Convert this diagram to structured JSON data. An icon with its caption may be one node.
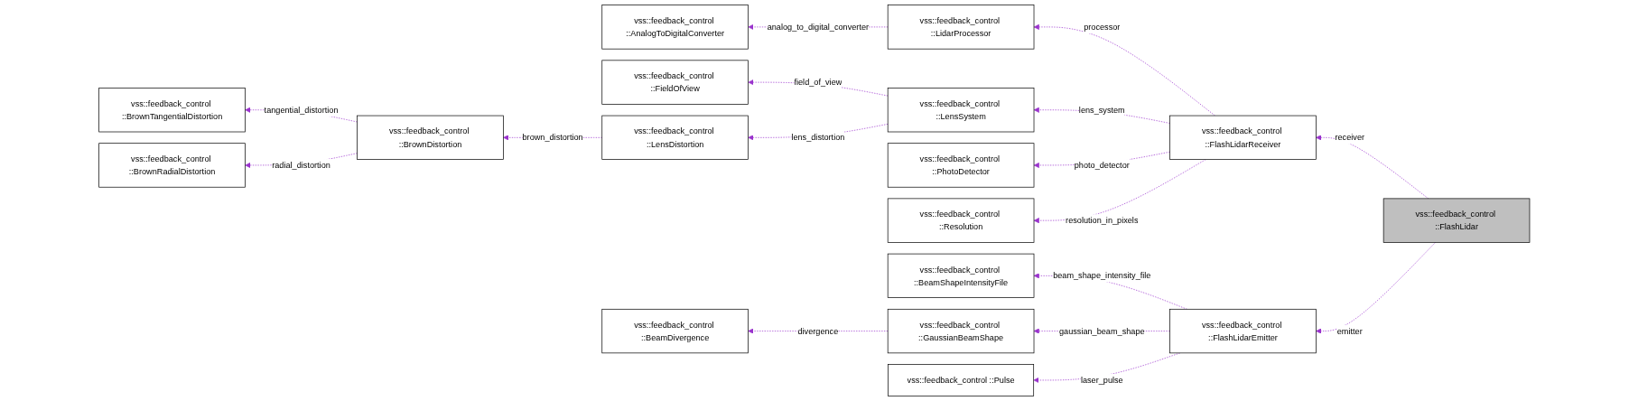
{
  "diagram": {
    "nodes": [
      {
        "text": [
          "vss::feedback_control ::FlashLidar"
        ]
      },
      {
        "text": [
          "vss::feedback_control ::FlashLidarReceiver"
        ]
      },
      {
        "text": [
          "vss::feedback_control ::FlashLidarEmitter"
        ]
      },
      {
        "text": [
          "vss::feedback_control ::LidarProcessor"
        ]
      },
      {
        "text": [
          "vss::feedback_control ::AnalogToDigitalConverter"
        ]
      },
      {
        "text": [
          "vss::feedback_control ::LensSystem"
        ]
      },
      {
        "text": [
          "vss::feedback_control ::FieldOfView"
        ]
      },
      {
        "text": [
          "vss::feedback_control ::LensDistortion"
        ]
      },
      {
        "text": [
          "vss::feedback_control ::BrownDistortion"
        ]
      },
      {
        "text": [
          "vss::feedback_control ::BrownTangentialDistortion"
        ]
      },
      {
        "text": [
          "vss::feedback_control ::BrownRadialDistortion"
        ]
      },
      {
        "text": [
          "vss::feedback_control ::PhotoDetector"
        ]
      },
      {
        "text": [
          "vss::feedback_control ::Resolution"
        ]
      },
      {
        "text": [
          "vss::feedback_control ::BeamShapeIntensityFile"
        ]
      },
      {
        "text": [
          "vss::feedback_control ::GaussianBeamShape"
        ]
      },
      {
        "text": [
          "vss::feedback_control ::BeamDivergence"
        ]
      },
      {
        "text": [
          "vss::feedback_control ::Pulse"
        ]
      }
    ],
    "edges": [
      {
        "from": 0,
        "to": 1,
        "arrow": "to",
        "label": "receiver",
        "style": "dashed"
      },
      {
        "from": 0,
        "to": 2,
        "arrow": "to",
        "label": "emitter",
        "style": "dashed"
      },
      {
        "from": 1,
        "to": 3,
        "arrow": "to",
        "label": "processor",
        "style": "dashed"
      },
      {
        "from": 3,
        "to": 4,
        "arrow": "to",
        "label": "analog_to_digital_converter",
        "style": "dashed"
      },
      {
        "from": 1,
        "to": 5,
        "arrow": "to",
        "label": "lens_system",
        "style": "dashed"
      },
      {
        "from": 5,
        "to": 6,
        "arrow": "to",
        "label": "field_of_view",
        "style": "dashed"
      },
      {
        "from": 5,
        "to": 7,
        "arrow": "to",
        "label": "lens_distortion",
        "style": "dashed"
      },
      {
        "from": 7,
        "to": 8,
        "arrow": "to",
        "label": "brown_distortion",
        "style": "dashed"
      },
      {
        "from": 8,
        "to": 9,
        "arrow": "to",
        "label": "tangential_distortion",
        "style": "dashed"
      },
      {
        "from": 8,
        "to": 10,
        "arrow": "to",
        "label": "radial_distortion",
        "style": "dashed"
      },
      {
        "from": 1,
        "to": 11,
        "arrow": "to",
        "label": "photo_detector",
        "style": "dashed"
      },
      {
        "from": 1,
        "to": 12,
        "arrow": "to",
        "label": "resolution_in_pixels",
        "style": "dashed"
      },
      {
        "from": 2,
        "to": 13,
        "arrow": "to",
        "label": "beam_shape_intensity_file",
        "style": "dashed"
      },
      {
        "from": 2,
        "to": 14,
        "arrow": "to",
        "label": "gaussian_beam_shape",
        "style": "dashed"
      },
      {
        "from": 14,
        "to": 15,
        "arrow": "to",
        "label": "divergence",
        "style": "dashed"
      },
      {
        "from": 2,
        "to": 16,
        "arrow": "to",
        "label": "laser_pulse",
        "style": "dashed"
      }
    ]
  }
}
